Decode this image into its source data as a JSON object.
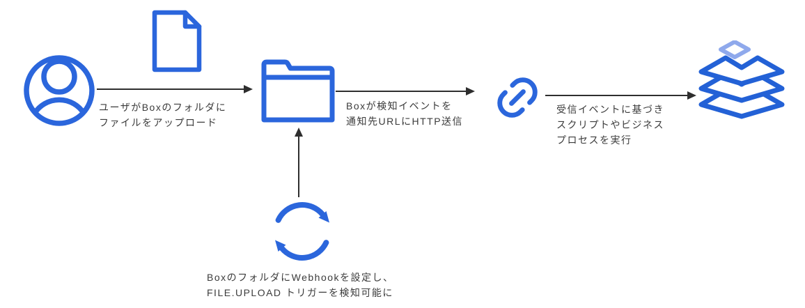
{
  "colors": {
    "icon_blue": "#2B66DC",
    "layers_blue": "#2361D6",
    "light_blue": "#8FA9EC",
    "arrow": "#2e2e2e",
    "text": "#3b3b3b",
    "background": "#ffffff"
  },
  "diagram": {
    "title": "Box webhook flow",
    "nodes": [
      {
        "id": "user",
        "icon": "user-icon"
      },
      {
        "id": "file",
        "icon": "file-icon"
      },
      {
        "id": "folder",
        "icon": "folder-icon"
      },
      {
        "id": "webhook-refresh",
        "icon": "refresh-icon"
      },
      {
        "id": "notification-url",
        "icon": "link-icon"
      },
      {
        "id": "process-layers",
        "icon": "layers-icon"
      }
    ],
    "labels": {
      "upload": "ユーザがBoxのフォルダに\nファイルをアップロード",
      "http_send": "Boxが検知イベントを\n通知先URLにHTTP送信",
      "execute": "受信イベントに基づき\nスクリプトやビジネス\nプロセスを実行",
      "webhook_setup": "BoxのフォルダにWebhookを設定し、\nFILE.UPLOAD トリガーを検知可能に"
    },
    "edges": [
      {
        "from": "user",
        "to": "folder",
        "label_ref": "upload"
      },
      {
        "from": "folder",
        "to": "notification-url",
        "label_ref": "http_send"
      },
      {
        "from": "notification-url",
        "to": "process-layers",
        "label_ref": "execute"
      },
      {
        "from": "webhook-refresh",
        "to": "folder",
        "label_ref": "webhook_setup"
      }
    ]
  }
}
